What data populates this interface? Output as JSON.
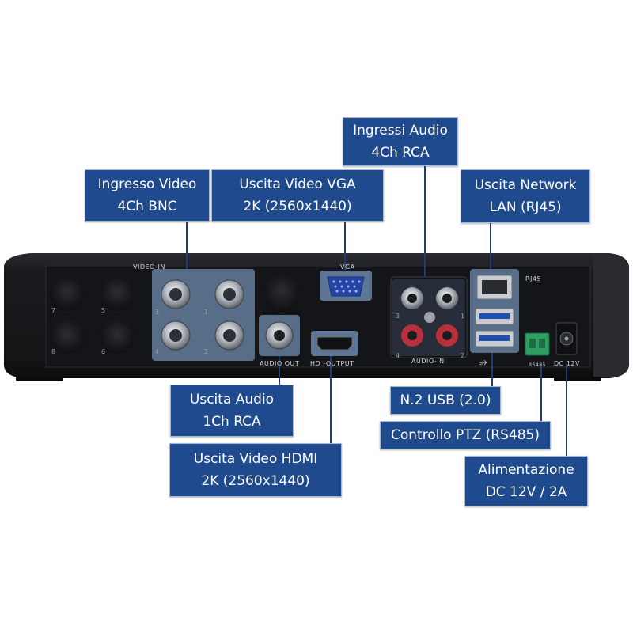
{
  "panel_labels": {
    "video_in": "VIDEO-IN",
    "vga": "VGA",
    "audio_out": "AUDIO OUT",
    "hd_output": "HD -OUTPUT",
    "audio_in": "AUDIO-IN",
    "rj45": "RJ45",
    "rs485": "RS485",
    "dc12v": "DC 12V",
    "usb_symbol": "⭌",
    "bnc_numbers": [
      "7",
      "5",
      "8",
      "6",
      "3",
      "1",
      "4",
      "2"
    ],
    "audio_numbers": [
      "3",
      "1",
      "4",
      "2"
    ]
  },
  "callouts": {
    "video_in": [
      "Ingresso Video",
      "4Ch BNC"
    ],
    "vga": [
      "Uscita Video VGA",
      "2K (2560x1440)"
    ],
    "audio_in": [
      "Ingressi Audio",
      "4Ch RCA"
    ],
    "network": [
      "Uscita Network",
      "LAN (RJ45)"
    ],
    "audio_out": [
      "Uscita Audio",
      "1Ch RCA"
    ],
    "hdmi": [
      "Uscita Video HDMI",
      "2K (2560x1440)"
    ],
    "usb": [
      "N.2 USB (2.0)"
    ],
    "ptz": [
      "Controllo PTZ (RS485)"
    ],
    "power": [
      "Alimentazione",
      "DC 12V / 2A"
    ]
  },
  "colors": {
    "callout_bg": "#1f4b8e",
    "highlight": "#8fb7e6",
    "device_body": "#1c1d20"
  }
}
